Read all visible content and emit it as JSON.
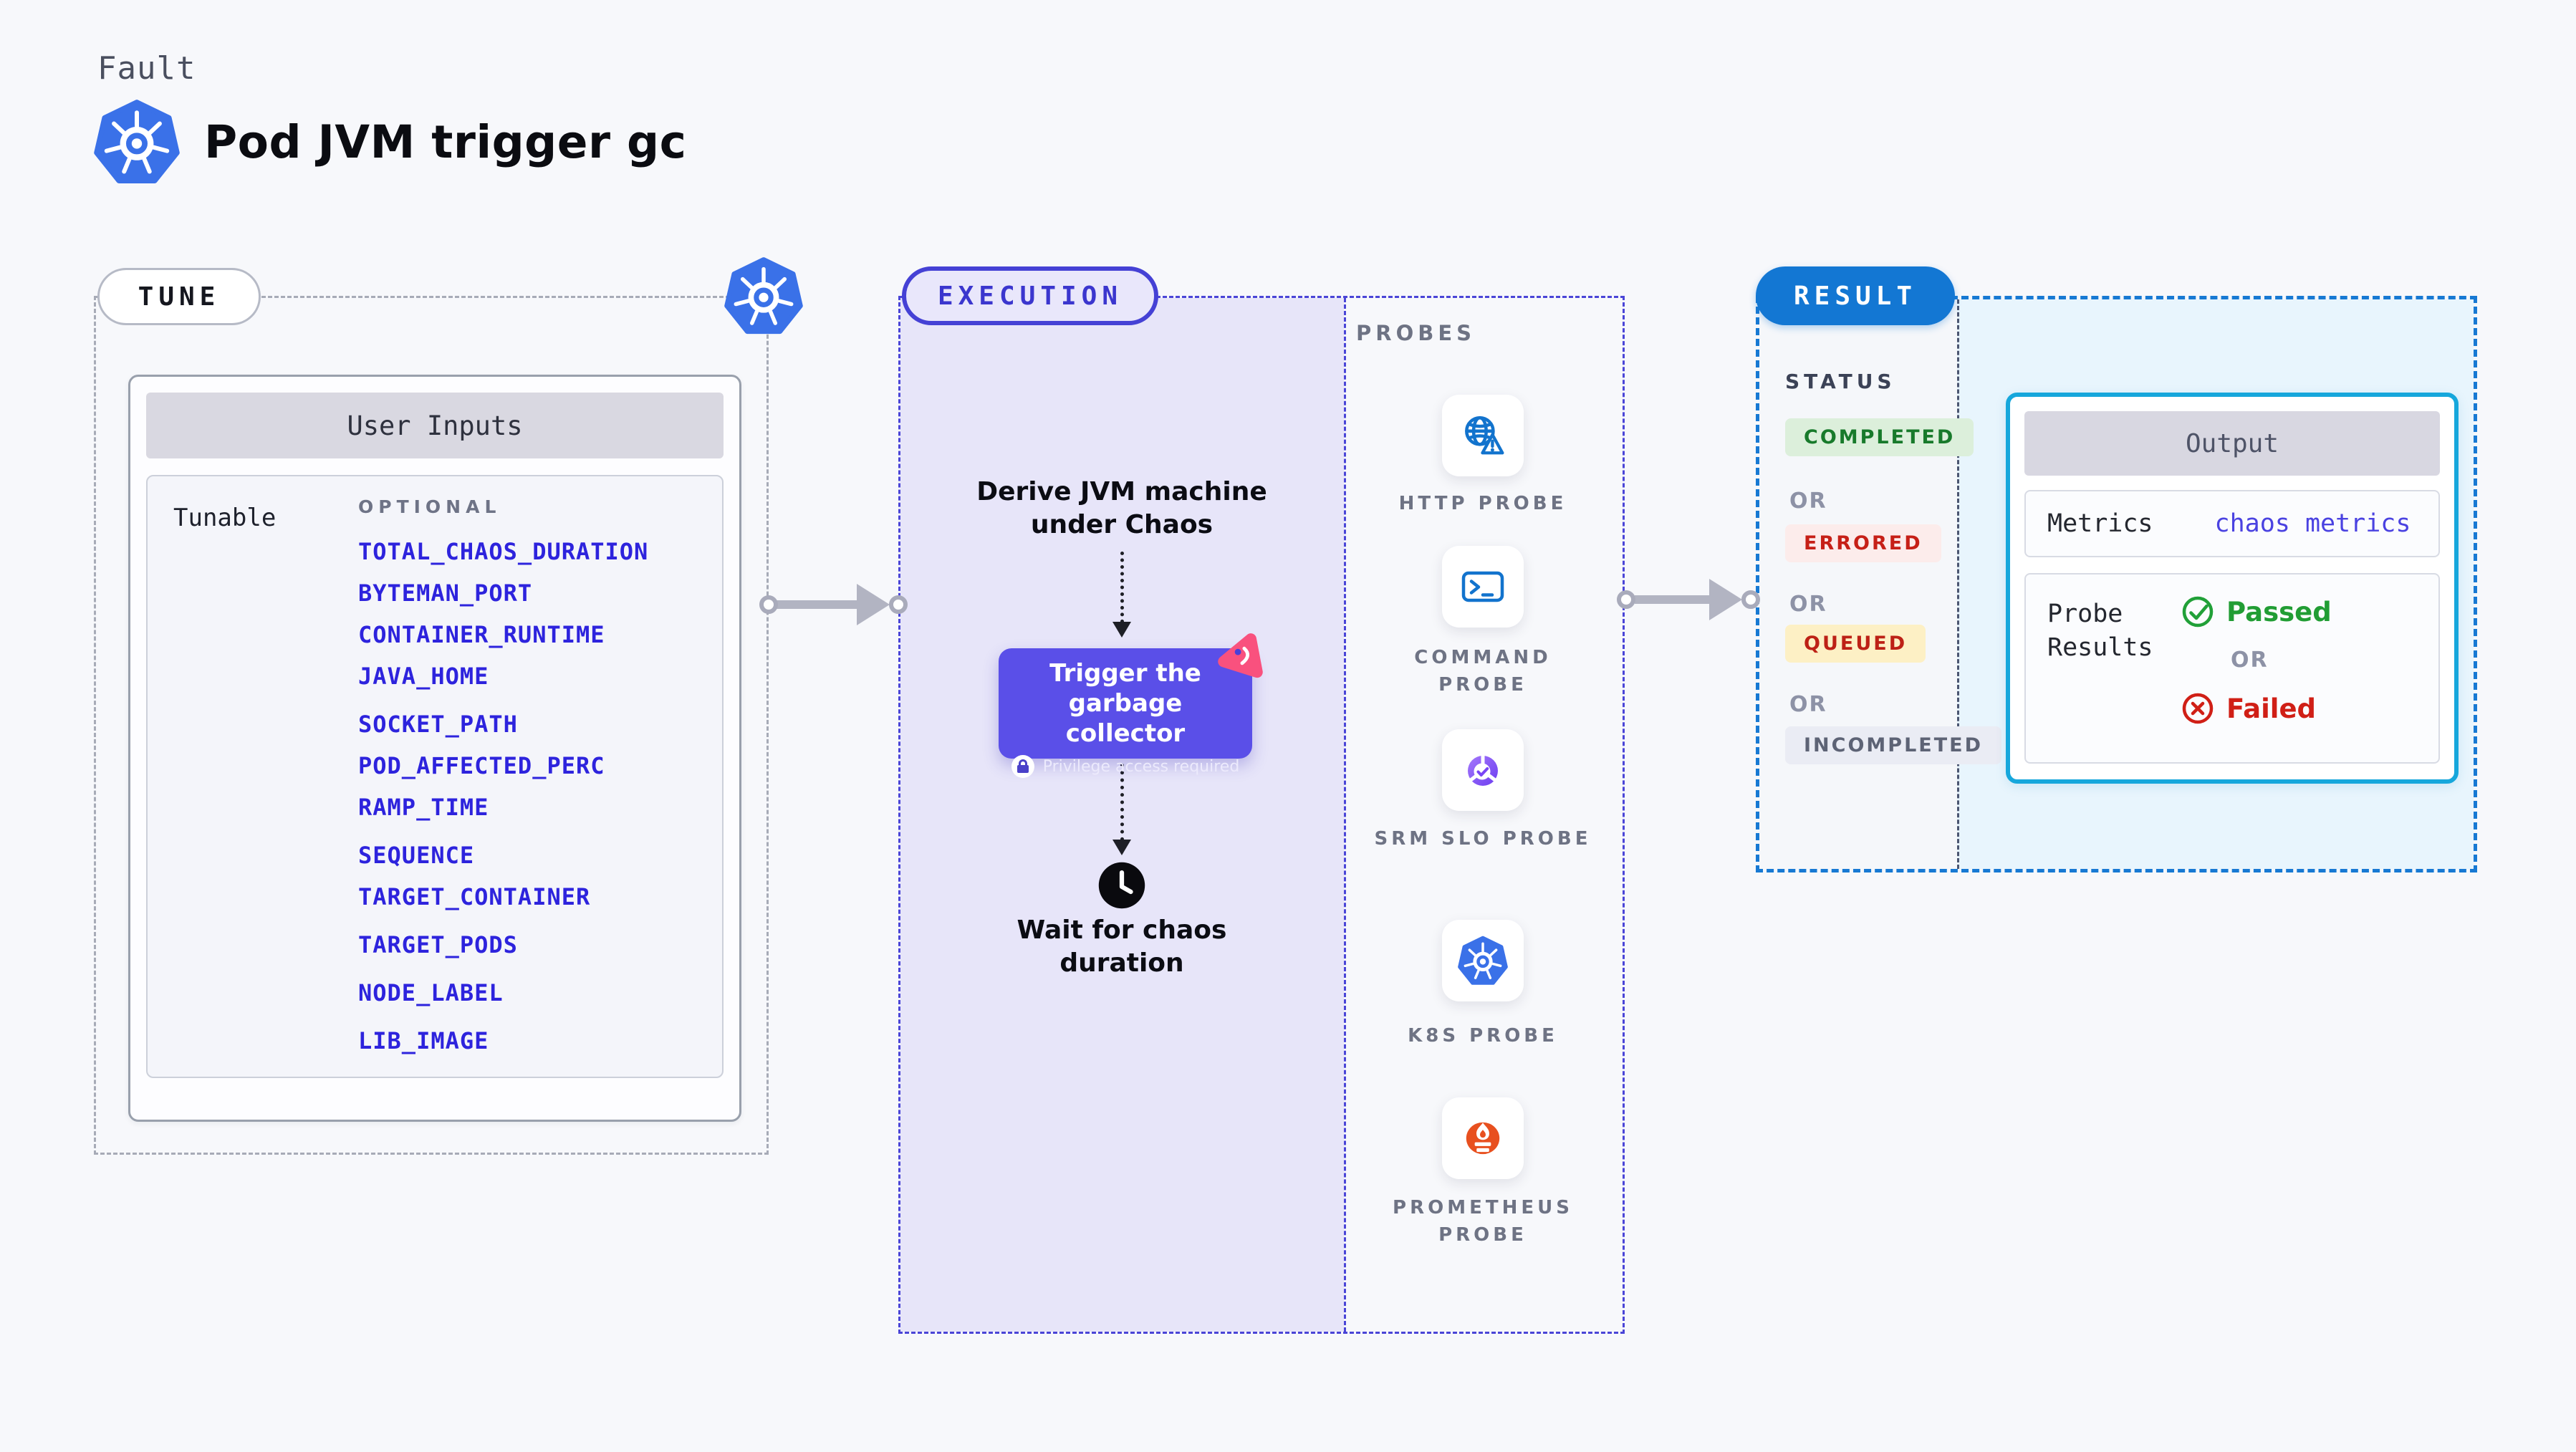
{
  "header": {
    "kicker": "Fault",
    "title": "Pod JVM trigger gc",
    "icon": "kubernetes-icon"
  },
  "tune": {
    "pill_label": "TUNE",
    "user_inputs": {
      "header": "User Inputs",
      "row_label": "Tunable",
      "optional_label": "OPTIONAL",
      "params": [
        "TOTAL_CHAOS_DURATION",
        "BYTEMAN_PORT",
        "CONTAINER_RUNTIME",
        "JAVA_HOME",
        "SOCKET_PATH",
        "POD_AFFECTED_PERC",
        "RAMP_TIME",
        "SEQUENCE",
        "TARGET_CONTAINER",
        "TARGET_PODS",
        "NODE_LABEL",
        "LIB_IMAGE"
      ]
    }
  },
  "execution": {
    "pill_label": "EXECUTION",
    "derive_text": "Derive JVM machine under Chaos",
    "trigger_button": {
      "title_line1": "Trigger the garbage",
      "title_line2": "collector",
      "subtitle": "Privilege access required"
    },
    "wait_text": "Wait for chaos duration",
    "probes_label": "PROBES",
    "probes": [
      {
        "label": "HTTP PROBE",
        "icon": "globe-warning-icon"
      },
      {
        "label": "COMMAND PROBE",
        "icon": "terminal-icon"
      },
      {
        "label": "SRM SLO PROBE",
        "icon": "slo-check-icon"
      },
      {
        "label": "K8S PROBE",
        "icon": "kubernetes-icon"
      },
      {
        "label": "PROMETHEUS PROBE",
        "icon": "prometheus-icon"
      }
    ]
  },
  "result": {
    "pill_label": "RESULT",
    "status_label": "STATUS",
    "or_label": "OR",
    "statuses": [
      {
        "label": "COMPLETED",
        "type": "completed",
        "bg": "#dcefdb",
        "color": "#187a2b"
      },
      {
        "label": "ERRORED",
        "type": "errored",
        "bg": "#fceceb",
        "color": "#c62017"
      },
      {
        "label": "QUEUED",
        "type": "queued",
        "bg": "#fdf0c5",
        "color": "#bd2116"
      },
      {
        "label": "INCOMPLETED",
        "type": "incompleted",
        "bg": "#eaecf4",
        "color": "#5d6375"
      }
    ],
    "output": {
      "header": "Output",
      "metrics_label": "Metrics",
      "metrics_value": "chaos metrics",
      "probe_results_label": "Probe Results",
      "passed_label": "Passed",
      "or_label": "OR",
      "failed_label": "Failed"
    }
  },
  "colors": {
    "page_bg": "#f7f8fb",
    "param_blue": "#2d23dd",
    "execution_purple_bg": "#e7e5f9",
    "execution_border": "#4a45d7",
    "button_purple": "#5a4fe8",
    "litmus_pink": "#f9517e",
    "result_blue": "#1377d3",
    "output_border": "#16a7dc",
    "probe_icon_blue": "#1273cd",
    "kubernetes_blue": "#3a71e8",
    "prometheus_orange": "#e8501f",
    "slo_purple": "#7a45f5",
    "passed_green": "#219d34",
    "failed_red": "#d01f16"
  }
}
